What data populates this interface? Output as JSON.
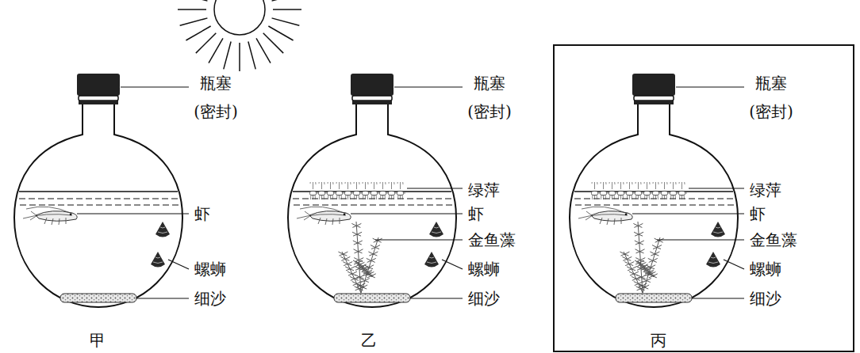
{
  "diagram": {
    "nodes": [
      {
        "text": [
          "瓶塞 (密封)",
          "绿萍",
          "虾",
          "金鱼藻",
          "螺蛳",
          "细沙",
          "丙"
        ]
      }
    ],
    "labels": [
      "瓶塞 (密封)",
      "虾",
      "螺蛳",
      "细沙",
      "甲",
      "瓶塞 (密封)",
      "绿萍",
      "虾",
      "金鱼藻",
      "螺蛳",
      "细沙",
      "乙"
    ]
  }
}
